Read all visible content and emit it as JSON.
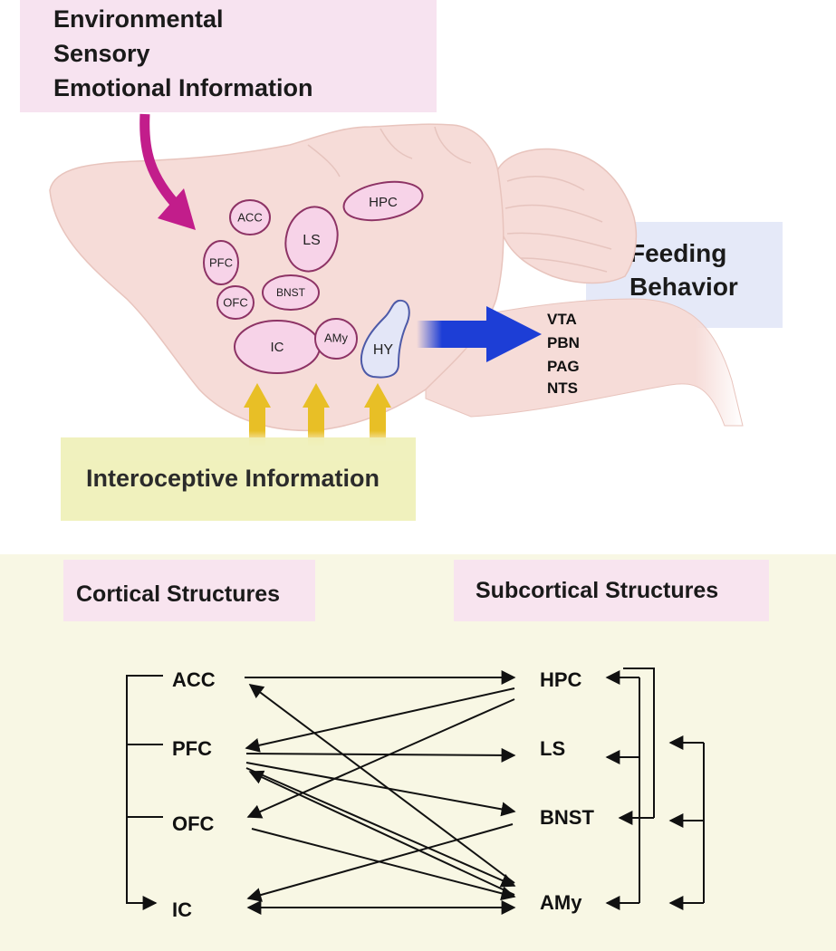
{
  "colors": {
    "env_box": "#f7e3f0",
    "feeding_box": "#e5e9f8",
    "intero_box": "#eff0b8",
    "lower_panel": "#f8f7e4",
    "structures_box": "#f8e4ef",
    "brain_fill": "#f6dcd8",
    "region_fill": "#f7d3e8",
    "region_stroke": "#8d3365",
    "hy_fill": "#e3e6f7",
    "hy_stroke": "#4d5aa8",
    "magenta_arrow": "#c21d8b",
    "blue_arrow": "#1d3ed6",
    "yellow_arrow": "#e8bf26"
  },
  "top": {
    "env_lines": [
      "Environmental",
      "Sensory",
      "Emotional Information"
    ],
    "feeding_lines": [
      "Feeding",
      "Behavior"
    ],
    "interoceptive": "Interoceptive Information",
    "brain_regions": {
      "acc": "ACC",
      "pfc": "PFC",
      "ofc": "OFC",
      "ic": "IC",
      "ls": "LS",
      "hpc": "HPC",
      "bnst": "BNST",
      "amy": "AMy",
      "hy": "HY"
    },
    "targets": [
      "VTA",
      "PBN",
      "PAG",
      "NTS"
    ]
  },
  "bottom": {
    "cortical_title": "Cortical Structures",
    "subcortical_title": "Subcortical Structures",
    "cortical": [
      "ACC",
      "PFC",
      "OFC",
      "IC"
    ],
    "subcortical": [
      "HPC",
      "LS",
      "BNST",
      "AMy"
    ]
  }
}
